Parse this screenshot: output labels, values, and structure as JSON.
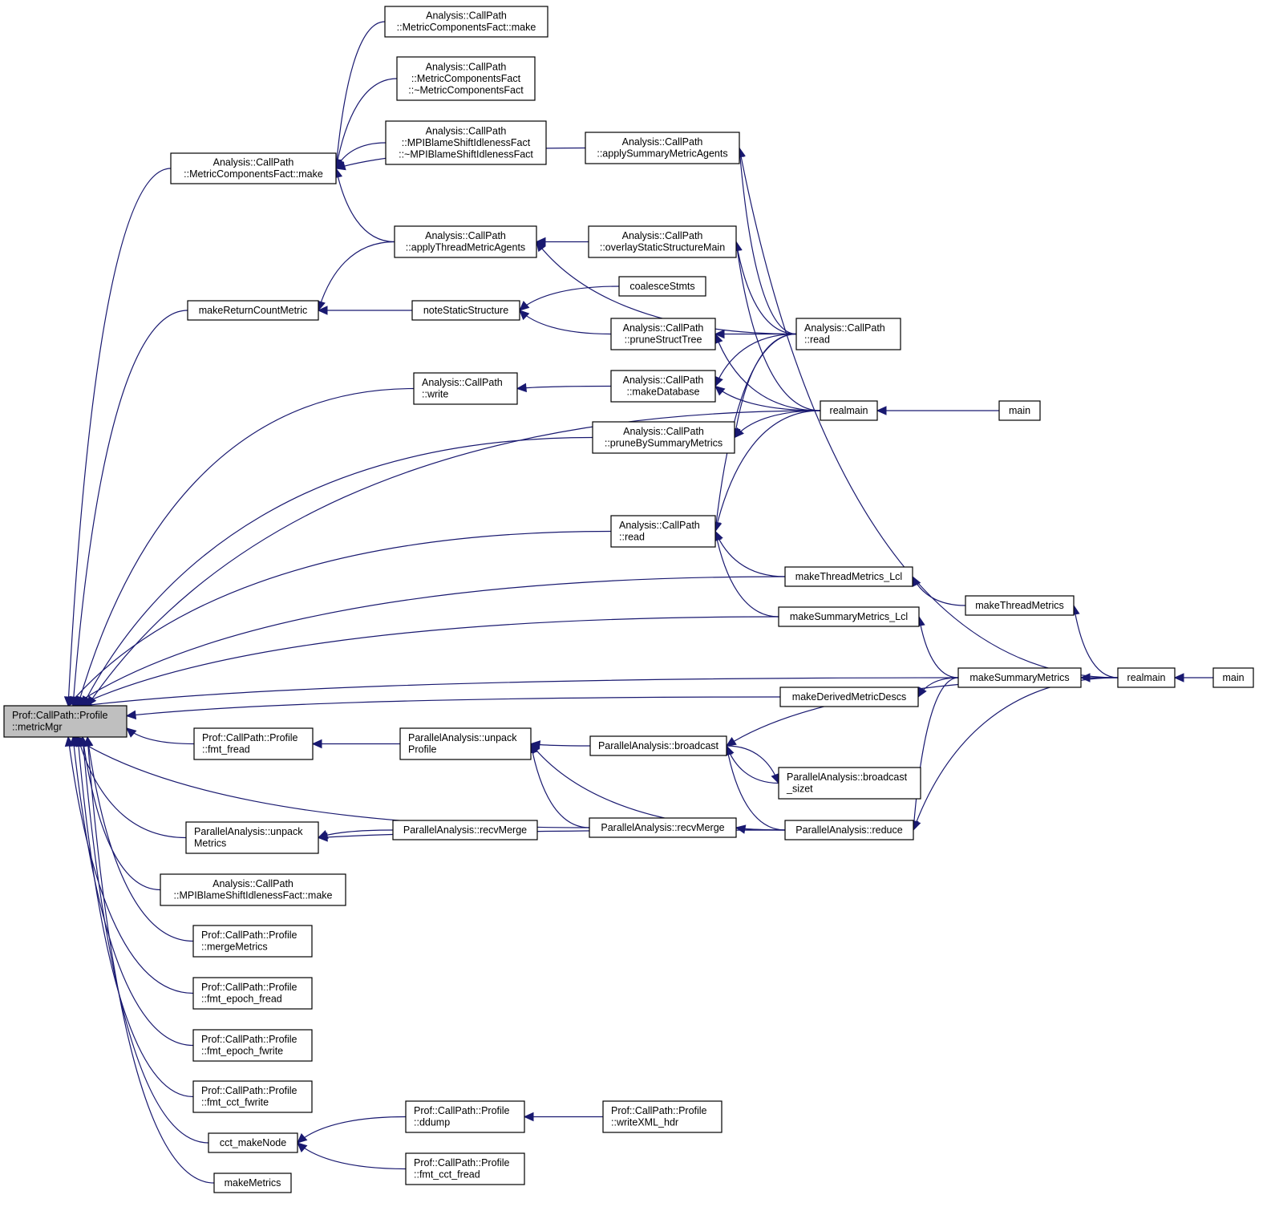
{
  "diagram": {
    "title": "Caller graph",
    "edge_color": "#191970",
    "root_fill": "#bfbfbf",
    "nodes": [
      {
        "id": "root",
        "lines": [
          "Prof::CallPath::Profile",
          "::metricMgr"
        ],
        "root": true
      },
      {
        "id": "mcf_make_caller",
        "lines": [
          "Analysis::CallPath",
          "::MetricComponentsFact::make"
        ]
      },
      {
        "id": "mcf_make",
        "lines": [
          "Analysis::CallPath",
          "::MetricComponentsFact::make"
        ]
      },
      {
        "id": "mcf_dtor",
        "lines": [
          "Analysis::CallPath",
          "::MetricComponentsFact",
          "::~MetricComponentsFact"
        ]
      },
      {
        "id": "mpib_dtor",
        "lines": [
          "Analysis::CallPath",
          "::MPIBlameShiftIdlenessFact",
          "::~MPIBlameShiftIdlenessFact"
        ]
      },
      {
        "id": "applySummary",
        "lines": [
          "Analysis::CallPath",
          "::applySummaryMetricAgents"
        ]
      },
      {
        "id": "applyThread",
        "lines": [
          "Analysis::CallPath",
          "::applyThreadMetricAgents"
        ]
      },
      {
        "id": "overlay",
        "lines": [
          "Analysis::CallPath",
          "::overlayStaticStructureMain"
        ]
      },
      {
        "id": "makeReturnCount",
        "lines": [
          "makeReturnCountMetric"
        ]
      },
      {
        "id": "noteStatic",
        "lines": [
          "noteStaticStructure"
        ]
      },
      {
        "id": "coalesce",
        "lines": [
          "coalesceStmts"
        ]
      },
      {
        "id": "pruneStruct",
        "lines": [
          "Analysis::CallPath",
          "::pruneStructTree"
        ]
      },
      {
        "id": "acp_read_top",
        "lines": [
          "Analysis::CallPath",
          "::read"
        ]
      },
      {
        "id": "acp_write",
        "lines": [
          "Analysis::CallPath",
          "::write"
        ]
      },
      {
        "id": "makeDatabase",
        "lines": [
          "Analysis::CallPath",
          "::makeDatabase"
        ]
      },
      {
        "id": "realmain1",
        "lines": [
          "realmain"
        ]
      },
      {
        "id": "main1",
        "lines": [
          "main"
        ]
      },
      {
        "id": "pruneBySummary",
        "lines": [
          "Analysis::CallPath",
          "::pruneBySummaryMetrics"
        ]
      },
      {
        "id": "acp_read_mid",
        "lines": [
          "Analysis::CallPath",
          "::read"
        ]
      },
      {
        "id": "mtm_lcl",
        "lines": [
          "makeThreadMetrics_Lcl"
        ]
      },
      {
        "id": "msm_lcl",
        "lines": [
          "makeSummaryMetrics_Lcl"
        ]
      },
      {
        "id": "mtm",
        "lines": [
          "makeThreadMetrics"
        ]
      },
      {
        "id": "msm",
        "lines": [
          "makeSummaryMetrics"
        ]
      },
      {
        "id": "realmain2",
        "lines": [
          "realmain"
        ]
      },
      {
        "id": "main2",
        "lines": [
          "main"
        ]
      },
      {
        "id": "mdmd",
        "lines": [
          "makeDerivedMetricDescs"
        ]
      },
      {
        "id": "fmt_fread",
        "lines": [
          "Prof::CallPath::Profile",
          "::fmt_fread"
        ]
      },
      {
        "id": "unpackProfile",
        "lines": [
          "ParallelAnalysis::unpack",
          "Profile"
        ]
      },
      {
        "id": "broadcast",
        "lines": [
          "ParallelAnalysis::broadcast"
        ]
      },
      {
        "id": "broadcast_sizet",
        "lines": [
          "ParallelAnalysis::broadcast",
          "_sizet"
        ]
      },
      {
        "id": "unpackMetrics",
        "lines": [
          "ParallelAnalysis::unpack",
          "Metrics"
        ]
      },
      {
        "id": "recvMerge_a",
        "lines": [
          "ParallelAnalysis::recvMerge"
        ]
      },
      {
        "id": "recvMerge_b",
        "lines": [
          "ParallelAnalysis::recvMerge"
        ]
      },
      {
        "id": "reduce",
        "lines": [
          "ParallelAnalysis::reduce"
        ]
      },
      {
        "id": "mpib_make",
        "lines": [
          "Analysis::CallPath",
          "::MPIBlameShiftIdlenessFact::make"
        ]
      },
      {
        "id": "mergeMetrics",
        "lines": [
          "Prof::CallPath::Profile",
          "::mergeMetrics"
        ]
      },
      {
        "id": "epoch_fread",
        "lines": [
          "Prof::CallPath::Profile",
          "::fmt_epoch_fread"
        ]
      },
      {
        "id": "epoch_fwrite",
        "lines": [
          "Prof::CallPath::Profile",
          "::fmt_epoch_fwrite"
        ]
      },
      {
        "id": "cct_fwrite",
        "lines": [
          "Prof::CallPath::Profile",
          "::fmt_cct_fwrite"
        ]
      },
      {
        "id": "cct_makeNode",
        "lines": [
          "cct_makeNode"
        ]
      },
      {
        "id": "ddump",
        "lines": [
          "Prof::CallPath::Profile",
          "::ddump"
        ]
      },
      {
        "id": "writeXML",
        "lines": [
          "Prof::CallPath::Profile",
          "::writeXML_hdr"
        ]
      },
      {
        "id": "cct_fread",
        "lines": [
          "Prof::CallPath::Profile",
          "::fmt_cct_fread"
        ]
      },
      {
        "id": "makeMetrics",
        "lines": [
          "makeMetrics"
        ]
      }
    ],
    "edges": [
      {
        "callee": "root",
        "caller": "mcf_make"
      },
      {
        "callee": "root",
        "caller": "makeReturnCount"
      },
      {
        "callee": "root",
        "caller": "acp_write"
      },
      {
        "callee": "root",
        "caller": "pruneBySummary"
      },
      {
        "callee": "root",
        "caller": "realmain1"
      },
      {
        "callee": "root",
        "caller": "acp_read_mid"
      },
      {
        "callee": "root",
        "caller": "mtm_lcl"
      },
      {
        "callee": "root",
        "caller": "msm_lcl"
      },
      {
        "callee": "root",
        "caller": "msm"
      },
      {
        "callee": "root",
        "caller": "mdmd"
      },
      {
        "callee": "root",
        "caller": "fmt_fread"
      },
      {
        "callee": "root",
        "caller": "recvMerge_b"
      },
      {
        "callee": "root",
        "caller": "unpackMetrics"
      },
      {
        "callee": "root",
        "caller": "mpib_make"
      },
      {
        "callee": "root",
        "caller": "mergeMetrics"
      },
      {
        "callee": "root",
        "caller": "epoch_fread"
      },
      {
        "callee": "root",
        "caller": "epoch_fwrite"
      },
      {
        "callee": "root",
        "caller": "cct_fwrite"
      },
      {
        "callee": "root",
        "caller": "cct_makeNode"
      },
      {
        "callee": "root",
        "caller": "makeMetrics"
      },
      {
        "callee": "mcf_make",
        "caller": "mcf_make_caller"
      },
      {
        "callee": "mcf_make",
        "caller": "mcf_dtor"
      },
      {
        "callee": "mcf_make",
        "caller": "mpib_dtor"
      },
      {
        "callee": "mcf_make",
        "caller": "applySummary"
      },
      {
        "callee": "mcf_make",
        "caller": "applyThread"
      },
      {
        "callee": "makeReturnCount",
        "caller": "applyThread"
      },
      {
        "callee": "makeReturnCount",
        "caller": "noteStatic"
      },
      {
        "callee": "applyThread",
        "caller": "overlay"
      },
      {
        "callee": "applyThread",
        "caller": "acp_read_top"
      },
      {
        "callee": "noteStatic",
        "caller": "coalesce"
      },
      {
        "callee": "noteStatic",
        "caller": "pruneStruct"
      },
      {
        "callee": "applySummary",
        "caller": "acp_read_top"
      },
      {
        "callee": "applySummary",
        "caller": "realmain2"
      },
      {
        "callee": "overlay",
        "caller": "acp_read_top"
      },
      {
        "callee": "overlay",
        "caller": "realmain1"
      },
      {
        "callee": "pruneStruct",
        "caller": "acp_read_top"
      },
      {
        "callee": "pruneStruct",
        "caller": "realmain1"
      },
      {
        "callee": "acp_write",
        "caller": "makeDatabase"
      },
      {
        "callee": "makeDatabase",
        "caller": "acp_read_top"
      },
      {
        "callee": "makeDatabase",
        "caller": "realmain1"
      },
      {
        "callee": "pruneBySummary",
        "caller": "acp_read_top"
      },
      {
        "callee": "pruneBySummary",
        "caller": "realmain1"
      },
      {
        "callee": "acp_read_mid",
        "caller": "acp_read_top"
      },
      {
        "callee": "acp_read_mid",
        "caller": "realmain1"
      },
      {
        "callee": "acp_read_mid",
        "caller": "mtm_lcl"
      },
      {
        "callee": "acp_read_mid",
        "caller": "msm_lcl"
      },
      {
        "callee": "realmain1",
        "caller": "main1"
      },
      {
        "callee": "mtm_lcl",
        "caller": "mtm"
      },
      {
        "callee": "msm_lcl",
        "caller": "msm"
      },
      {
        "callee": "mtm",
        "caller": "realmain2"
      },
      {
        "callee": "msm",
        "caller": "realmain2"
      },
      {
        "callee": "mdmd",
        "caller": "msm"
      },
      {
        "callee": "realmain2",
        "caller": "main2"
      },
      {
        "callee": "fmt_fread",
        "caller": "unpackProfile"
      },
      {
        "callee": "unpackProfile",
        "caller": "broadcast"
      },
      {
        "callee": "unpackProfile",
        "caller": "recvMerge_b"
      },
      {
        "callee": "unpackProfile",
        "caller": "reduce"
      },
      {
        "callee": "broadcast",
        "caller": "realmain2"
      },
      {
        "callee": "broadcast",
        "caller": "broadcast_sizet"
      },
      {
        "callee": "broadcast",
        "caller": "reduce"
      },
      {
        "callee": "broadcast_sizet",
        "caller": "broadcast"
      },
      {
        "callee": "reduce",
        "caller": "msm"
      },
      {
        "callee": "reduce",
        "caller": "realmain2"
      },
      {
        "callee": "unpackMetrics",
        "caller": "recvMerge_a"
      },
      {
        "callee": "unpackMetrics",
        "caller": "reduce"
      },
      {
        "callee": "recvMerge_b",
        "caller": "reduce"
      },
      {
        "callee": "cct_makeNode",
        "caller": "ddump"
      },
      {
        "callee": "cct_makeNode",
        "caller": "cct_fread"
      },
      {
        "callee": "ddump",
        "caller": "writeXML"
      }
    ]
  }
}
